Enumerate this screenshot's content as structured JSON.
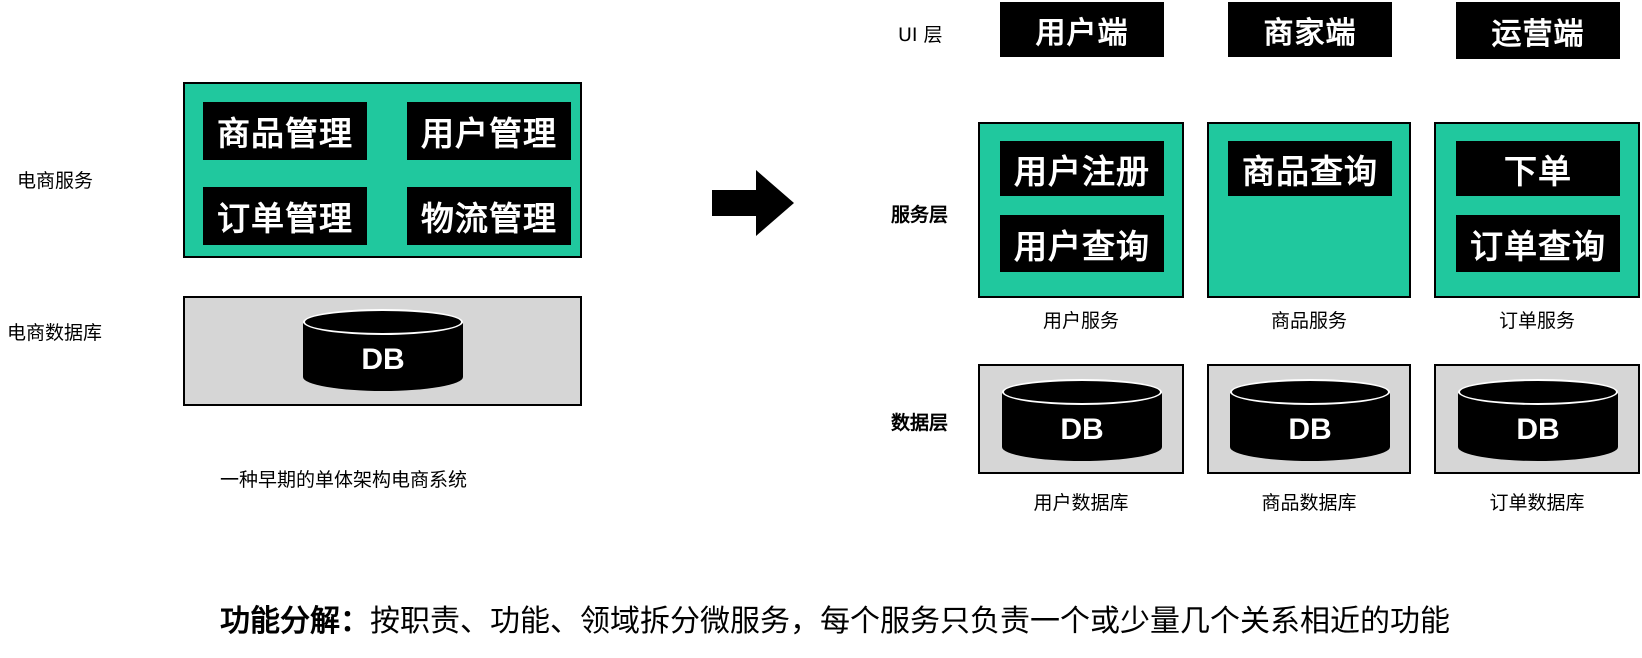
{
  "left": {
    "service_label": "电商服务",
    "db_label": "电商数据库",
    "modules": [
      "商品管理",
      "用户管理",
      "订单管理",
      "物流管理"
    ],
    "db_text": "DB",
    "caption": "一种早期的单体架构电商系统"
  },
  "right": {
    "layers": {
      "ui": "UI 层",
      "service": "服务层",
      "data": "数据层"
    },
    "clients": [
      "用户端",
      "商家端",
      "运营端"
    ],
    "services": [
      {
        "name": "用户服务",
        "functions": [
          "用户注册",
          "用户查询"
        ],
        "db_name": "用户数据库",
        "db_text": "DB"
      },
      {
        "name": "商品服务",
        "functions": [
          "商品查询"
        ],
        "db_name": "商品数据库",
        "db_text": "DB"
      },
      {
        "name": "订单服务",
        "functions": [
          "下单",
          "订单查询"
        ],
        "db_name": "订单数据库",
        "db_text": "DB"
      }
    ]
  },
  "footer": {
    "title": "功能分解：",
    "text": "按职责、功能、领域拆分微服务，每个服务只负责一个或少量几个关系相近的功能"
  },
  "colors": {
    "service_box": "#20C89E",
    "db_box": "#D6D6D6",
    "block": "#000000"
  }
}
